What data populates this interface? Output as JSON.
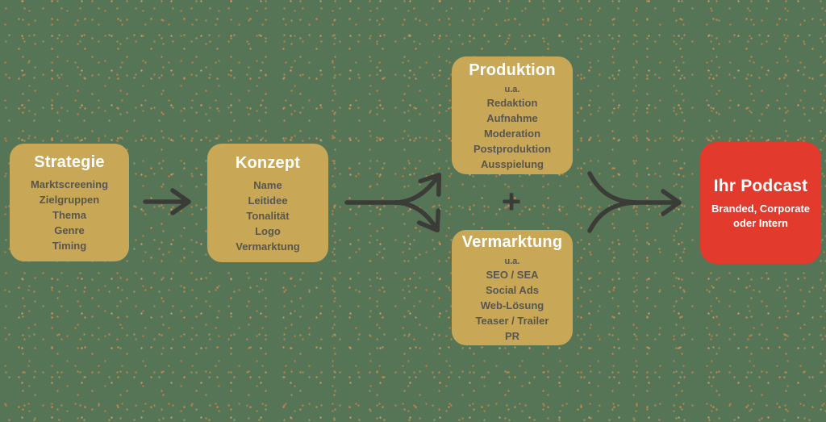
{
  "diagram": {
    "background_color": "#567456",
    "dot_color": "#d18c4e",
    "box_color": "#c8a757",
    "highlight_color": "#e23a2c",
    "arrow_color": "#3b3b37",
    "plus": "+"
  },
  "boxes": [
    {
      "title": "Strategie",
      "items": [
        "Marktscreening",
        "Zielgruppen",
        "Thema",
        "Genre",
        "Timing"
      ]
    },
    {
      "title": "Konzept",
      "items": [
        "Name",
        "Leitidee",
        "Tonalität",
        "Logo",
        "Vermarktung"
      ]
    },
    {
      "title": "Produktion",
      "note": "u.a.",
      "items": [
        "Redaktion",
        "Aufnahme",
        "Moderation",
        "Postproduktion",
        "Ausspielung"
      ]
    },
    {
      "title": "Vermarktung",
      "note": "u.a.",
      "items": [
        "SEO / SEA",
        "Social Ads",
        "Web-Lösung",
        "Teaser / Trailer",
        "PR"
      ]
    },
    {
      "title": "Ihr Podcast",
      "subtitle": "Branded, Corporate oder Intern"
    }
  ]
}
